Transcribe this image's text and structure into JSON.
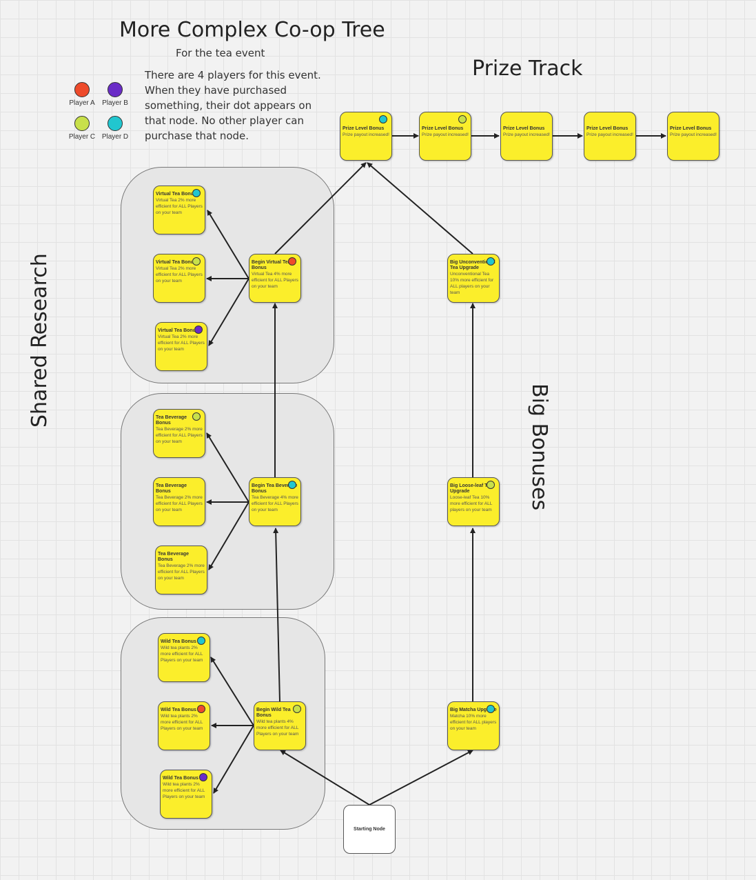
{
  "titles": {
    "main": "More Complex Co-op Tree",
    "subtitle": "For the tea event",
    "prize_track": "Prize Track",
    "shared_research": "Shared Research",
    "big_bonuses": "Big Bonuses"
  },
  "intro": "There are 4 players for this event. When they have purchased something, their dot appears on that node. No other player can purchase that node.",
  "legend": [
    {
      "label": "Player A",
      "color": "#ee4b2b"
    },
    {
      "label": "Player B",
      "color": "#6a2cc7"
    },
    {
      "label": "Player C",
      "color": "#c8e04a"
    },
    {
      "label": "Player D",
      "color": "#21c6cf"
    }
  ],
  "player_colors": {
    "A": "#ee4b2b",
    "B": "#6a2cc7",
    "C": "#c8e04a",
    "D": "#21c6cf"
  },
  "nodes": {
    "prize1": {
      "title": "Prize Level Bonus",
      "desc": "Prize payout increased!",
      "player": "D"
    },
    "prize2": {
      "title": "Prize Level Bonus",
      "desc": "Prize payout increased!",
      "player": "C"
    },
    "prize3": {
      "title": "Prize Level Bonus",
      "desc": "Prize payout increased!",
      "player": ""
    },
    "prize4": {
      "title": "Prize Level Bonus",
      "desc": "Prize payout increased!",
      "player": ""
    },
    "prize5": {
      "title": "Prize Level Bonus",
      "desc": "Prize payout increased!",
      "player": ""
    },
    "vt1": {
      "title": "Virtual Tea Bonus",
      "desc": "Virtual Tea 2% more efficient for ALL Players on your team",
      "player": "D"
    },
    "vt2": {
      "title": "Virtual Tea Bonus",
      "desc": "Virtual Tea 2% more efficient for ALL Players on your team",
      "player": "C"
    },
    "vt3": {
      "title": "Virtual Tea Bonus",
      "desc": "Virtual Tea 2% more efficient for ALL Players on your team",
      "player": "B"
    },
    "vt_begin": {
      "title": "Begin Virtual Tea Bonus",
      "desc": "Virtual Tea 4% more efficient for ALL Players on your team",
      "player": "A"
    },
    "tb1": {
      "title": "Tea Beverage Bonus",
      "desc": "Tea Beverage 2% more efficient for ALL Players on your team",
      "player": "C"
    },
    "tb2": {
      "title": "Tea Beverage Bonus",
      "desc": "Tea Beverage 2% more efficient for ALL Players on your team",
      "player": ""
    },
    "tb3": {
      "title": "Tea Beverage Bonus",
      "desc": "Tea Beverage 2% more efficient for ALL Players on your team",
      "player": ""
    },
    "tb_begin": {
      "title": "Begin Tea Beverage Bonus",
      "desc": "Tea Beverage 4% more efficient for ALL Players on your team",
      "player": "D"
    },
    "wt1": {
      "title": "Wild Tea Bonus",
      "desc": "Wild tea plants 2% more efficient for ALL Players on your team",
      "player": "D"
    },
    "wt2": {
      "title": "Wild Tea Bonus",
      "desc": "Wild tea plants 2% more efficient for ALL Players on your team",
      "player": "A"
    },
    "wt3": {
      "title": "Wild Tea Bonus",
      "desc": "Wild tea plants 2% more efficient for ALL Players on your team",
      "player": "B"
    },
    "wt_begin": {
      "title": "Begin Wild Tea Bonus",
      "desc": "Wild tea plants 4% more efficient for ALL Players on your team",
      "player": "C"
    },
    "big_unconv": {
      "title": "Big Unconventional Tea Upgrade",
      "desc": "Unconventional Tea 10% more efficient for ALL players on your team",
      "player": "D"
    },
    "big_loose": {
      "title": "Big Loose-leaf Tea Upgrade",
      "desc": "Loose-leaf Tea 10% more efficient for ALL players on your team",
      "player": "C"
    },
    "big_matcha": {
      "title": "Big Matcha Upgrade",
      "desc": "Matcha 10% more efficient for ALL players on your team",
      "player": "D"
    }
  },
  "start_node": "Starting Node"
}
